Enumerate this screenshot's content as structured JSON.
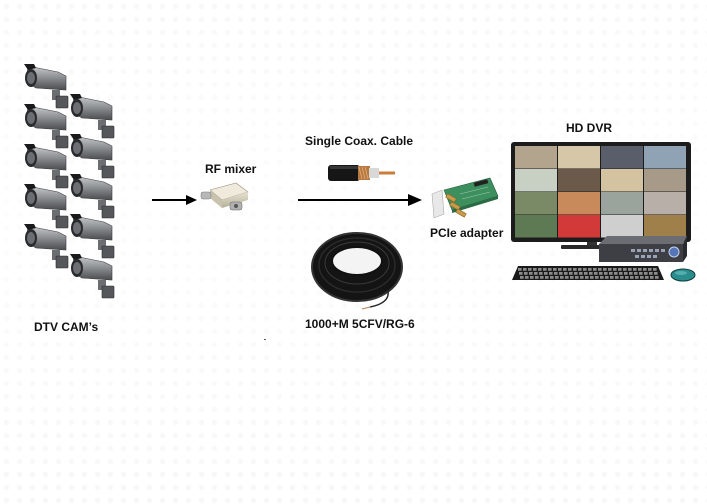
{
  "diagram": {
    "nodes": {
      "cameras": {
        "label": "DTV CAM’s",
        "count": 10,
        "icon": "cctv-camera-icon"
      },
      "rf_mixer": {
        "label": "RF mixer",
        "icon": "rf-mixer-icon"
      },
      "coax_cable": {
        "label": "Single Coax. Cable",
        "icon": "coax-cable-icon"
      },
      "cable_spool": {
        "label": "1000+M 5CFV/RG-6",
        "icon": "cable-spool-icon"
      },
      "pcie_adapter": {
        "label": "PCIe adapter",
        "icon": "pcie-card-icon"
      },
      "hd_dvr": {
        "label": "HD DVR",
        "icon": "dvr-monitor-icon"
      }
    },
    "edges": [
      {
        "from": "cameras",
        "to": "rf_mixer"
      },
      {
        "from": "rf_mixer",
        "to": "pcie_adapter",
        "via": "coax_cable"
      }
    ],
    "colors": {
      "arrow": "#000000",
      "camera_body": "#8a8d90",
      "pcb_green": "#3d8f5e",
      "connector_gold": "#c89a4a",
      "monitor_frame": "#1c1c1c",
      "mouse": "#2a8c8c"
    }
  }
}
